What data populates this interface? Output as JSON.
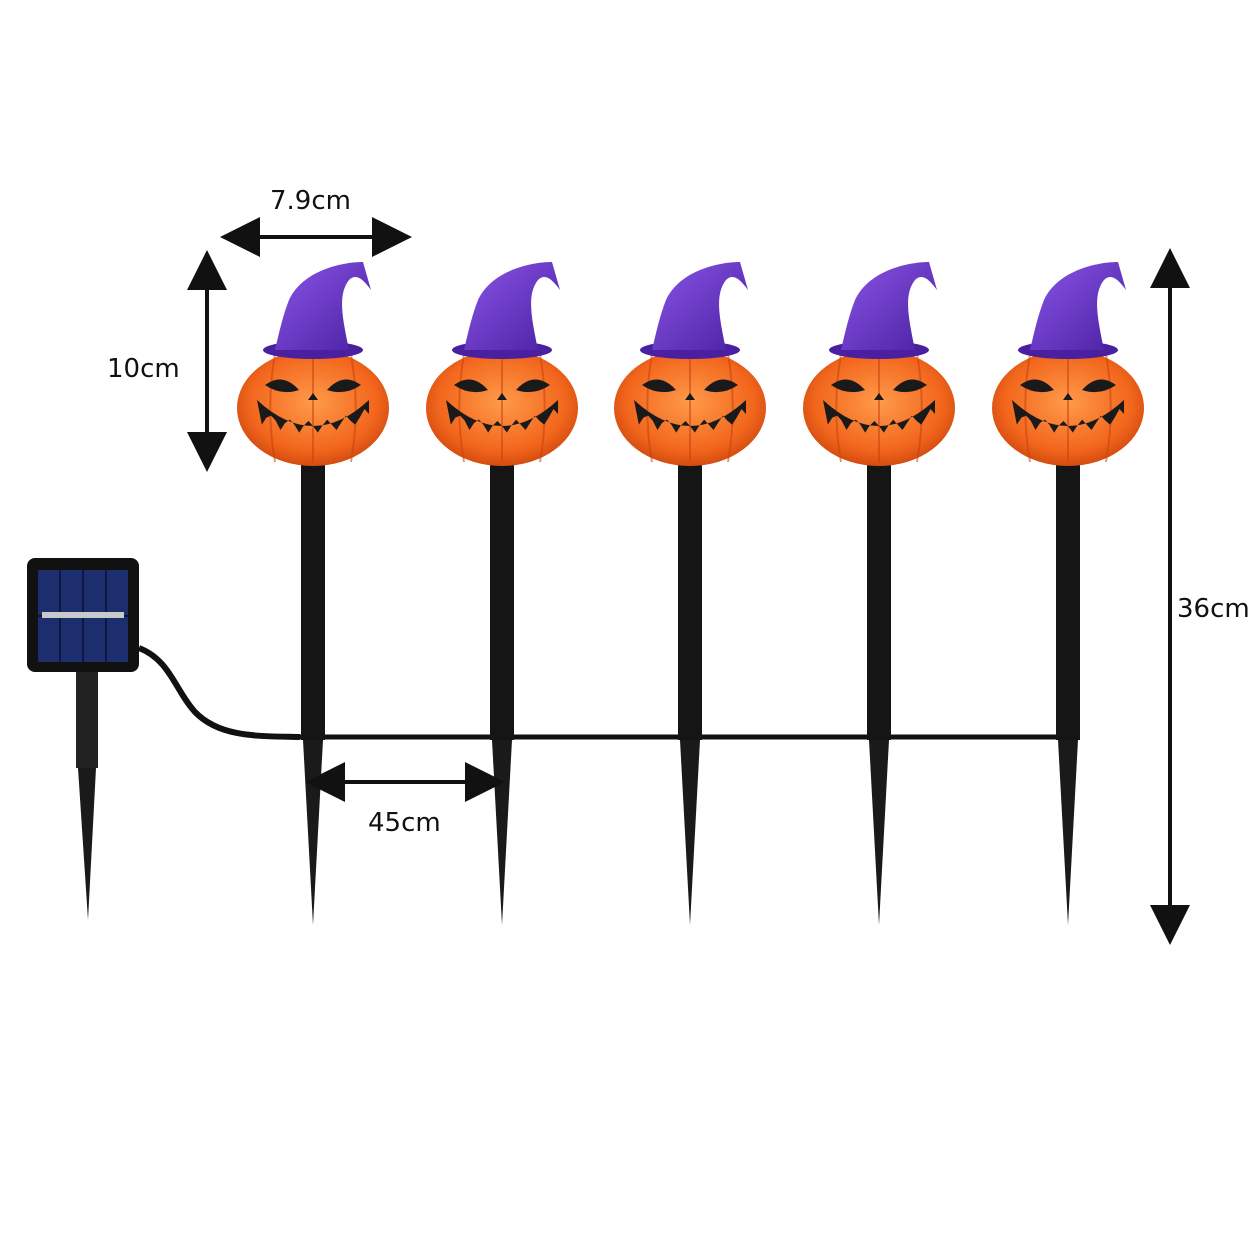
{
  "dimensions": {
    "head_width": "7.9cm",
    "head_height": "10cm",
    "total_height": "36cm",
    "spacing": "45cm"
  },
  "colors": {
    "pumpkin": "#f2661c",
    "pumpkin_dark": "#c8420c",
    "hat": "#6a35c8",
    "hat_dark": "#3f1c8a",
    "stake": "#111111",
    "face": "#1a1a1a",
    "panel_cell": "#1c2e6e",
    "panel_frame": "#111111"
  },
  "icons": [
    "pumpkin-stake-light",
    "solar-panel-stake",
    "double-arrow"
  ],
  "lights_count": 5
}
